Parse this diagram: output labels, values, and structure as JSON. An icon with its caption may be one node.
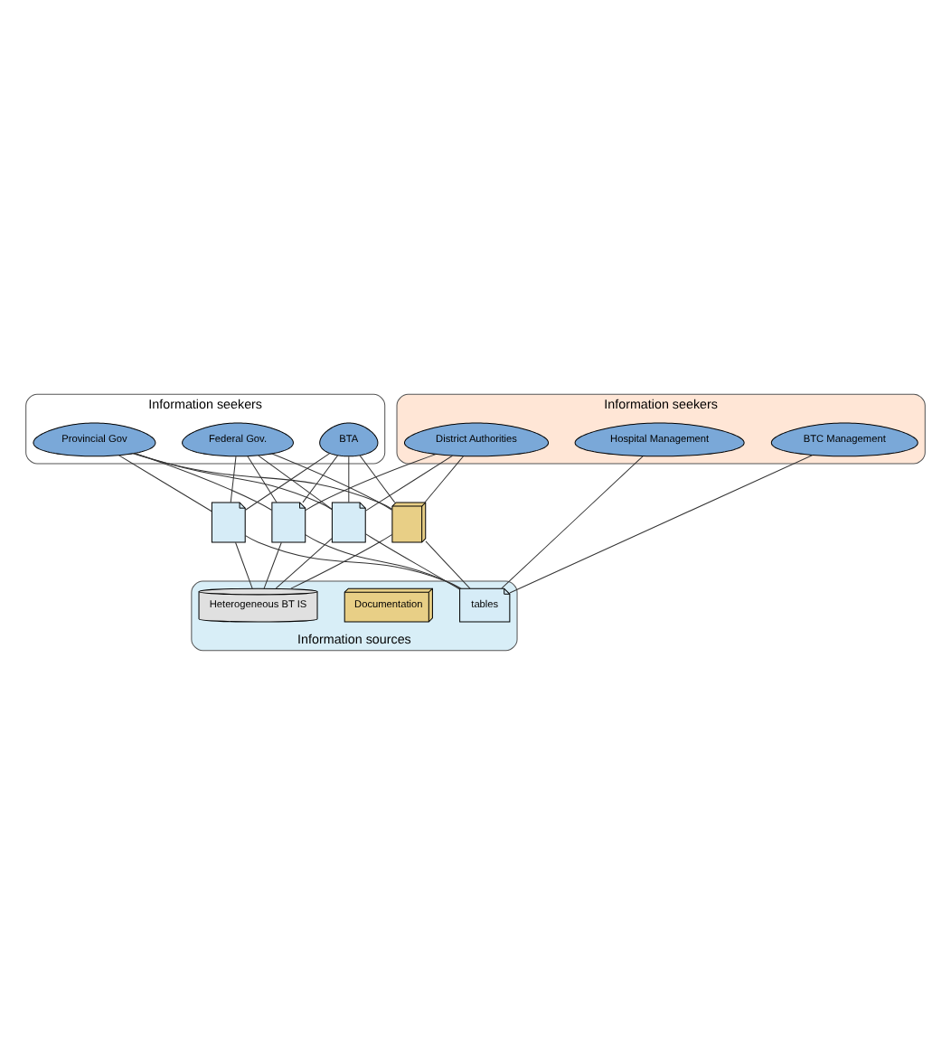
{
  "diagram": {
    "nodes": [
      {
        "text": [
          "Information seekers"
        ]
      },
      {
        "text": [
          "Federal Gov."
        ],
        "in": 0
      },
      {
        "text": [
          "Provincial Gov"
        ],
        "in": 0
      },
      {
        "text": [
          "BTA"
        ],
        "in": 0
      },
      {
        "text": [],
        "shape": "document"
      },
      {
        "text": [],
        "shape": "document"
      },
      {
        "text": [],
        "shape": "document"
      },
      {
        "text": [],
        "shape": "box"
      },
      {
        "text": [
          "Information seekers"
        ]
      },
      {
        "text": [
          "District Authorities"
        ],
        "in": 8
      },
      {
        "text": [
          "Hospital Management"
        ],
        "in": 8
      },
      {
        "text": [
          "BTC Management"
        ],
        "in": 8
      },
      {
        "text": [
          "Information sources"
        ]
      },
      {
        "text": [
          "Heterogeneous BT IS"
        ],
        "in": 12
      },
      {
        "text": [
          "Documentation"
        ],
        "in": 12
      },
      {
        "text": [
          "tables"
        ],
        "in": 12
      }
    ],
    "edges": [
      {
        "from": 1,
        "to": 4,
        "arrow": "none"
      },
      {
        "from": 1,
        "to": 5,
        "arrow": "none"
      },
      {
        "from": 1,
        "to": 6,
        "arrow": "none"
      },
      {
        "from": 1,
        "to": 7,
        "arrow": "none"
      },
      {
        "from": 2,
        "to": 4,
        "arrow": "none"
      },
      {
        "from": 2,
        "to": 5,
        "arrow": "none"
      },
      {
        "from": 2,
        "to": 6,
        "arrow": "none"
      },
      {
        "from": 2,
        "to": 7,
        "arrow": "none"
      },
      {
        "from": 3,
        "to": 4,
        "arrow": "none"
      },
      {
        "from": 3,
        "to": 5,
        "arrow": "none"
      },
      {
        "from": 3,
        "to": 6,
        "arrow": "none"
      },
      {
        "from": 3,
        "to": 7,
        "arrow": "none"
      },
      {
        "from": 4,
        "to": 13,
        "arrow": "none"
      },
      {
        "from": 4,
        "to": 15,
        "arrow": "none"
      },
      {
        "from": 5,
        "to": 13,
        "arrow": "none"
      },
      {
        "from": 5,
        "to": 15,
        "arrow": "none"
      },
      {
        "from": 6,
        "to": 13,
        "arrow": "none"
      },
      {
        "from": 6,
        "to": 15,
        "arrow": "none"
      },
      {
        "from": 7,
        "to": 13,
        "arrow": "none"
      },
      {
        "from": 7,
        "to": 15,
        "arrow": "none"
      },
      {
        "from": 9,
        "to": 5,
        "arrow": "none"
      },
      {
        "from": 9,
        "to": 6,
        "arrow": "none"
      },
      {
        "from": 9,
        "to": 7,
        "arrow": "none"
      },
      {
        "from": 10,
        "to": 15,
        "arrow": "none"
      },
      {
        "from": 11,
        "to": 15,
        "arrow": "none"
      }
    ]
  }
}
